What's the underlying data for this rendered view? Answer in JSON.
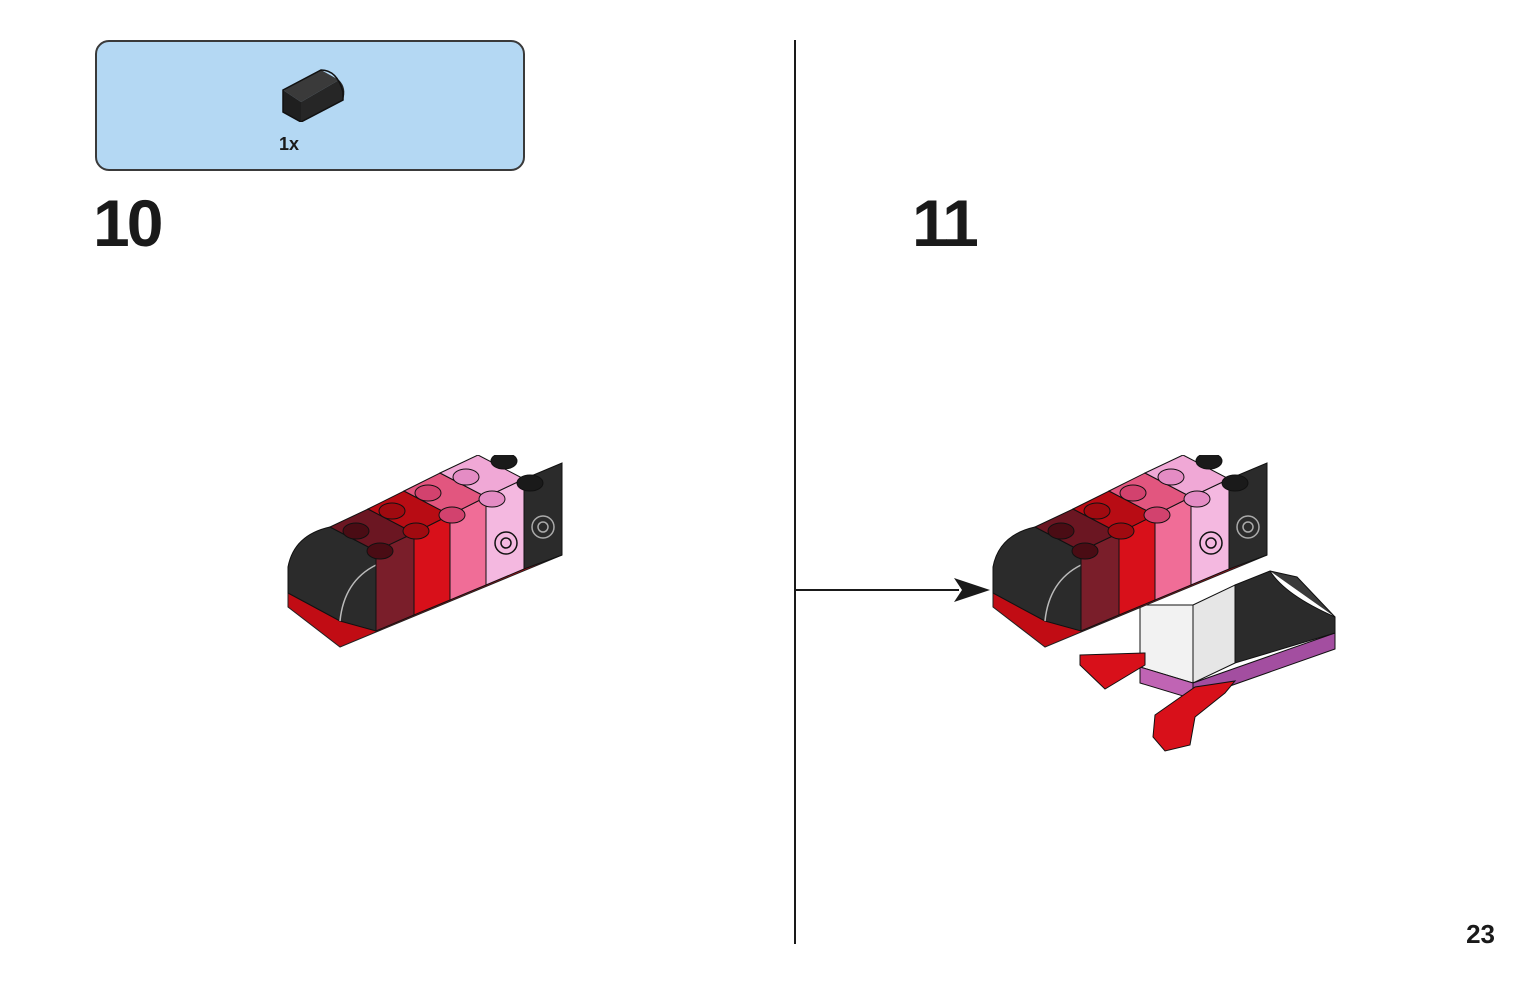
{
  "parts_callout": {
    "items": [
      {
        "icon": "curved-slope-brick-icon",
        "color": "#2b2b2b",
        "quantity": "1x"
      }
    ]
  },
  "steps": [
    {
      "number": "10"
    },
    {
      "number": "11"
    }
  ],
  "page_number": "23",
  "colors": {
    "callout_background": "#b4d8f3",
    "black": "#2b2b2b",
    "dark_red": "#7a1e2a",
    "red": "#d8101a",
    "pink": "#f06d97",
    "light_pink": "#f4b8e0",
    "white": "#f2f2f2",
    "lavender": "#a34ea0"
  }
}
